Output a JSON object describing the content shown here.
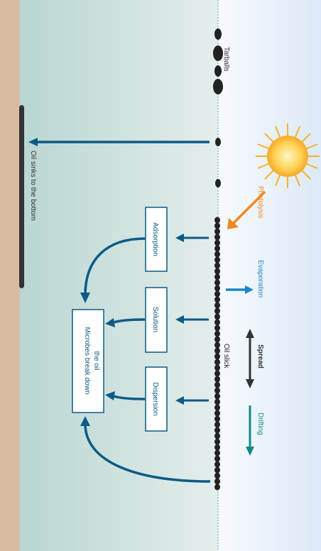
{
  "labels": {
    "tarballs": "Tarballs",
    "sinks": "Oil sinks to the bottom",
    "photolysis": "Photolysis",
    "evaporation": "Evaporation",
    "spread": "Spread",
    "drifting": "Drifting",
    "slick": "Oil slick",
    "adsorption": "Adsorption",
    "solution": "Solution",
    "dispersion": "Dispersion",
    "microbes_line1": "Microbes break down",
    "microbes_line2": "the oil"
  },
  "colors": {
    "arrow_blue": "#0d5a86",
    "evaporation": "#1d87c8",
    "photolysis": "#ee8a22",
    "drifting": "#138a85",
    "spread": "#333333",
    "oil": "#222222",
    "seabed": "#d8bca2",
    "water": "#cfe3df",
    "sky": "#e8f1fa"
  }
}
